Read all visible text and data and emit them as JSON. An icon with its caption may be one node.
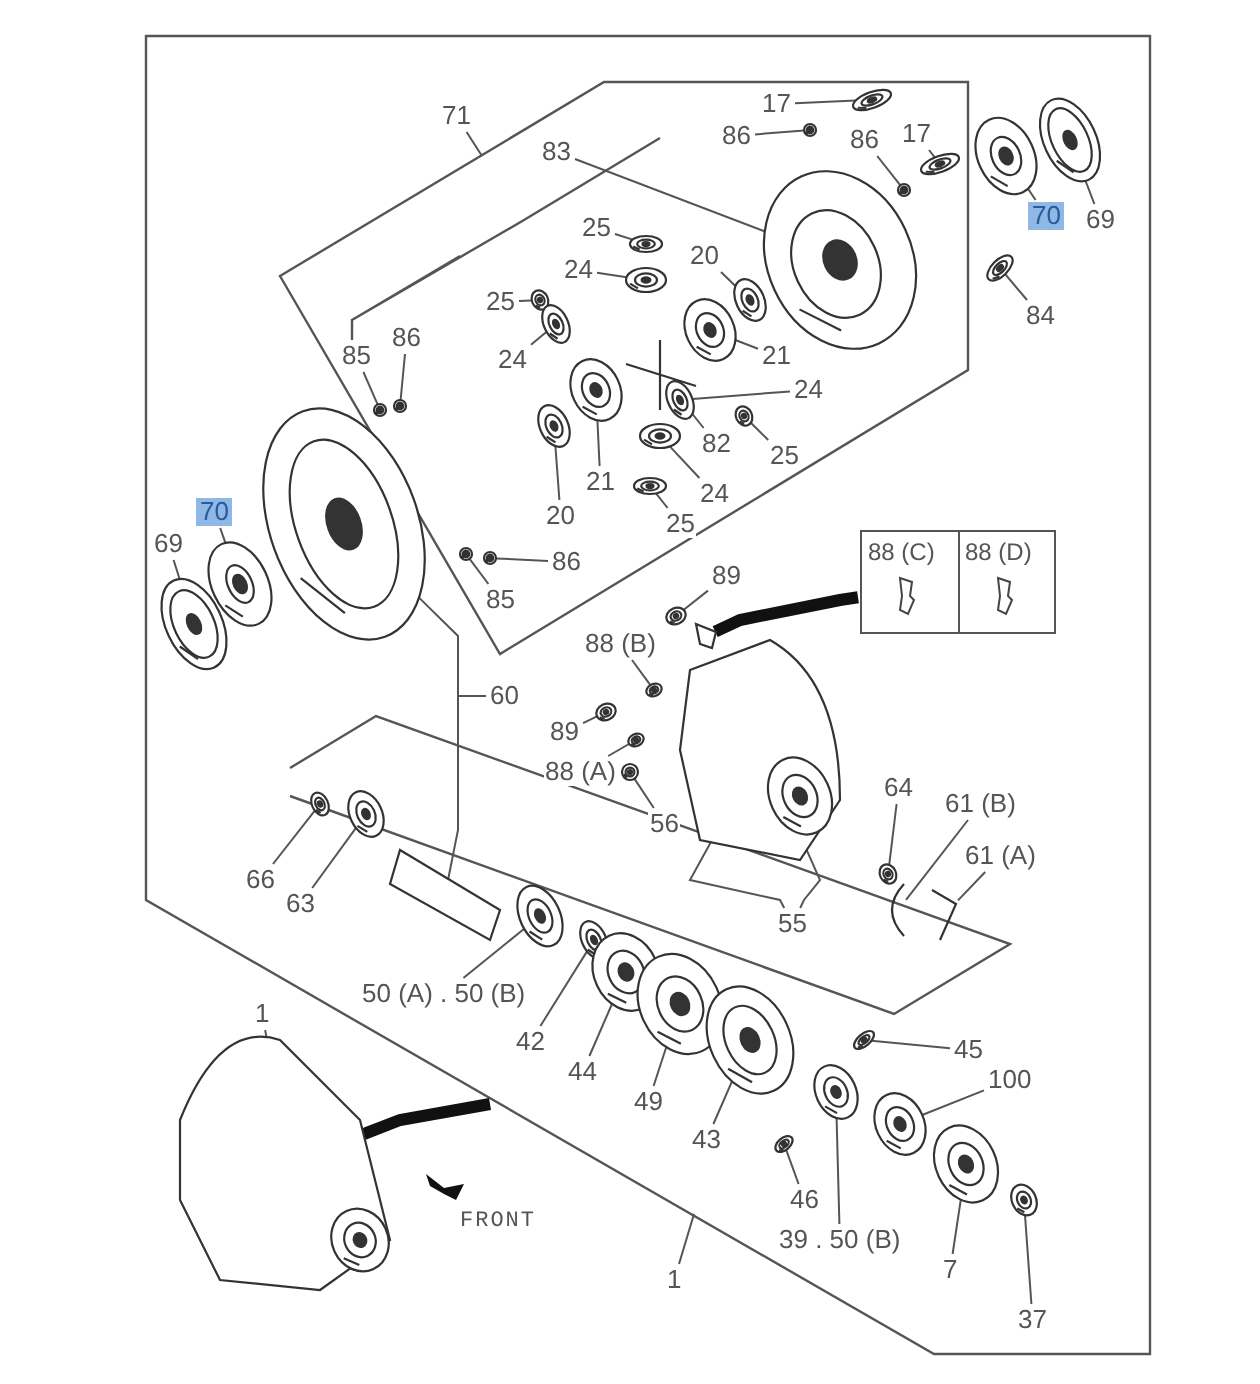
{
  "diagram": {
    "nodes": [
      {
        "text": [
          "71"
        ]
      },
      {
        "text": [
          "17"
        ]
      },
      {
        "text": [
          "86"
        ]
      },
      {
        "text": [
          "83"
        ]
      },
      {
        "text": [
          "17"
        ]
      },
      {
        "text": [
          "86"
        ]
      },
      {
        "text": [
          "70"
        ]
      },
      {
        "text": [
          "69"
        ]
      },
      {
        "text": [
          "84"
        ]
      },
      {
        "text": [
          "25"
        ]
      },
      {
        "text": [
          "24"
        ]
      },
      {
        "text": [
          "20"
        ]
      },
      {
        "text": [
          "25"
        ]
      },
      {
        "text": [
          "86"
        ]
      },
      {
        "text": [
          "85"
        ]
      },
      {
        "text": [
          "24"
        ]
      },
      {
        "text": [
          "21"
        ]
      },
      {
        "text": [
          "24"
        ]
      },
      {
        "text": [
          "82"
        ]
      },
      {
        "text": [
          "25"
        ]
      },
      {
        "text": [
          "21"
        ]
      },
      {
        "text": [
          "20"
        ]
      },
      {
        "text": [
          "24"
        ]
      },
      {
        "text": [
          "25"
        ]
      },
      {
        "text": [
          "86"
        ]
      },
      {
        "text": [
          "85"
        ]
      },
      {
        "text": [
          "70"
        ]
      },
      {
        "text": [
          "69"
        ]
      },
      {
        "text": [
          "88 (C)",
          "88 (D)"
        ]
      },
      {
        "text": [
          "89"
        ]
      },
      {
        "text": [
          "88 (B)"
        ]
      },
      {
        "text": [
          "60"
        ]
      },
      {
        "text": [
          "89"
        ]
      },
      {
        "text": [
          "88 (A)"
        ]
      },
      {
        "text": [
          "56"
        ]
      },
      {
        "text": [
          "64"
        ]
      },
      {
        "text": [
          "61 (B)"
        ]
      },
      {
        "text": [
          "61 (A)"
        ]
      },
      {
        "text": [
          "66"
        ]
      },
      {
        "text": [
          "63"
        ]
      },
      {
        "text": [
          "55"
        ]
      },
      {
        "text": [
          "50 (A) . 50 (B)"
        ]
      },
      {
        "text": [
          "42"
        ]
      },
      {
        "text": [
          "44"
        ]
      },
      {
        "text": [
          "49"
        ]
      },
      {
        "text": [
          "45"
        ]
      },
      {
        "text": [
          "100"
        ]
      },
      {
        "text": [
          "43"
        ]
      },
      {
        "text": [
          "46"
        ]
      },
      {
        "text": [
          "39 . 50 (B)"
        ]
      },
      {
        "text": [
          "7"
        ]
      },
      {
        "text": [
          "37"
        ]
      },
      {
        "text": [
          "1"
        ]
      },
      {
        "text": [
          "1"
        ]
      },
      {
        "text": [],
        "shape": "picture"
      },
      {
        "text": [],
        "shape": "picture"
      },
      {
        "text": [],
        "shape": "picture"
      },
      {
        "text": [],
        "shape": "picture"
      },
      {
        "text": [],
        "shape": "picture"
      },
      {
        "text": [],
        "shape": "picture"
      },
      {
        "text": [],
        "shape": "picture"
      },
      {
        "text": [],
        "shape": "picture"
      },
      {
        "text": [],
        "shape": "picture"
      },
      {
        "text": [],
        "shape": "picture"
      },
      {
        "text": [],
        "shape": "picture"
      },
      {
        "text": [],
        "shape": "picture"
      },
      {
        "text": [],
        "shape": "picture"
      },
      {
        "text": [],
        "shape": "picture"
      },
      {
        "text": [],
        "shape": "picture"
      },
      {
        "text": [],
        "shape": "picture"
      },
      {
        "text": [],
        "shape": "picture"
      },
      {
        "text": [],
        "shape": "picture"
      },
      {
        "text": [],
        "shape": "picture"
      },
      {
        "text": [],
        "shape": "picture"
      },
      {
        "text": [],
        "shape": "picture"
      },
      {
        "text": [],
        "shape": "picture"
      },
      {
        "text": [],
        "shape": "picture"
      },
      {
        "text": [],
        "shape": "picture"
      },
      {
        "text": [],
        "shape": "picture"
      },
      {
        "text": [],
        "shape": "picture"
      },
      {
        "text": [],
        "shape": "picture"
      },
      {
        "text": [],
        "shape": "picture"
      },
      {
        "text": [],
        "shape": "picture"
      },
      {
        "text": [],
        "shape": "picture"
      },
      {
        "text": [],
        "shape": "picture"
      },
      {
        "text": [],
        "shape": "picture"
      },
      {
        "text": [],
        "shape": "picture"
      },
      {
        "text": [],
        "shape": "picture"
      },
      {
        "text": [],
        "shape": "picture"
      },
      {
        "text": [],
        "shape": "picture"
      },
      {
        "text": [],
        "shape": "picture"
      },
      {
        "text": [],
        "shape": "picture"
      },
      {
        "text": [],
        "shape": "picture"
      },
      {
        "text": [],
        "shape": "picture"
      },
      {
        "text": [],
        "shape": "picture"
      },
      {
        "text": [],
        "shape": "picture"
      },
      {
        "text": [],
        "shape": "picture"
      },
      {
        "text": [],
        "shape": "picture"
      },
      {
        "text": [],
        "shape": "picture"
      },
      {
        "text": [],
        "shape": "picture"
      },
      {
        "text": [],
        "shape": "picture"
      },
      {
        "text": [],
        "shape": "picture"
      },
      {
        "text": [],
        "shape": "picture"
      },
      {
        "text": [],
        "shape": "picture"
      },
      {
        "text": [],
        "shape": "picture"
      },
      {
        "text": [],
        "shape": "picture"
      },
      {
        "text": [],
        "shape": "picture"
      }
    ],
    "edges": [
      {
        "from": 0,
        "to": null,
        "arrow": "none"
      },
      {
        "from": 1,
        "to": 54,
        "arrow": "none"
      },
      {
        "from": 2,
        "to": 55,
        "arrow": "none"
      },
      {
        "from": 3,
        "to": 56,
        "arrow": "none"
      },
      {
        "from": 4,
        "to": 57,
        "arrow": "none"
      },
      {
        "from": 5,
        "to": 58,
        "arrow": "none"
      },
      {
        "from": 6,
        "to": 59,
        "arrow": "none"
      },
      {
        "from": 7,
        "to": 60,
        "arrow": "none"
      },
      {
        "from": 8,
        "to": 61,
        "arrow": "none"
      },
      {
        "from": 9,
        "to": 62,
        "arrow": "none"
      },
      {
        "from": 10,
        "to": 63,
        "arrow": "none"
      },
      {
        "from": 11,
        "to": 64,
        "arrow": "none"
      },
      {
        "from": 12,
        "to": 65,
        "arrow": "none"
      },
      {
        "from": 13,
        "to": 66,
        "arrow": "none"
      },
      {
        "from": 14,
        "to": 67,
        "arrow": "none"
      },
      {
        "from": 15,
        "to": 68,
        "arrow": "none"
      },
      {
        "from": 16,
        "to": 69,
        "arrow": "none"
      },
      {
        "from": 17,
        "to": 70,
        "arrow": "none"
      },
      {
        "from": 18,
        "to": 71,
        "arrow": "none"
      },
      {
        "from": 19,
        "to": 72,
        "arrow": "none"
      },
      {
        "from": 20,
        "to": 73,
        "arrow": "none"
      },
      {
        "from": 21,
        "to": 74,
        "arrow": "none"
      },
      {
        "from": 22,
        "to": 75,
        "arrow": "none"
      },
      {
        "from": 23,
        "to": 76,
        "arrow": "none"
      },
      {
        "from": 24,
        "to": 77,
        "arrow": "none"
      },
      {
        "from": 25,
        "to": 78,
        "arrow": "none"
      },
      {
        "from": 26,
        "to": 79,
        "arrow": "none"
      },
      {
        "from": 27,
        "to": 80,
        "arrow": "none"
      },
      {
        "from": 28,
        "to": 81,
        "arrow": "none",
        "style": "thick"
      },
      {
        "from": 29,
        "to": 82,
        "arrow": "none"
      },
      {
        "from": 30,
        "to": 83,
        "arrow": "none"
      },
      {
        "from": 31,
        "to": 84,
        "arrow": "none"
      },
      {
        "from": 31,
        "to": 85,
        "arrow": "none"
      },
      {
        "from": 32,
        "to": 86,
        "arrow": "none"
      },
      {
        "from": 33,
        "to": 87,
        "arrow": "none"
      },
      {
        "from": 34,
        "to": 88,
        "arrow": "none"
      },
      {
        "from": 35,
        "to": 89,
        "arrow": "none"
      },
      {
        "from": 36,
        "to": 90,
        "arrow": "none"
      },
      {
        "from": 37,
        "to": 91,
        "arrow": "none"
      },
      {
        "from": 38,
        "to": 92,
        "arrow": "none"
      },
      {
        "from": 39,
        "to": 93,
        "arrow": "none"
      },
      {
        "from": 40,
        "to": 94,
        "arrow": "none"
      },
      {
        "from": 40,
        "to": 94,
        "arrow": "none"
      },
      {
        "from": 41,
        "to": 95,
        "arrow": "none"
      },
      {
        "from": 42,
        "to": 96,
        "arrow": "none"
      },
      {
        "from": 43,
        "to": 97,
        "arrow": "none"
      },
      {
        "from": 44,
        "to": 98,
        "arrow": "none"
      },
      {
        "from": 45,
        "to": 99,
        "arrow": "none"
      },
      {
        "from": 46,
        "to": 100,
        "arrow": "none"
      },
      {
        "from": 47,
        "to": 101,
        "arrow": "none"
      },
      {
        "from": 48,
        "to": 102,
        "arrow": "none"
      },
      {
        "from": 49,
        "to": 103,
        "arrow": "none"
      },
      {
        "from": 50,
        "to": 104,
        "arrow": "none"
      },
      {
        "from": 51,
        "to": 105,
        "arrow": "none"
      },
      {
        "from": 52,
        "to": 106,
        "arrow": "none"
      },
      {
        "from": 53,
        "to": null,
        "arrow": "none"
      },
      {
        "from": 106,
        "to": null,
        "arrow": "none",
        "style": "thick"
      }
    ],
    "labels": [
      "FRONT"
    ]
  }
}
